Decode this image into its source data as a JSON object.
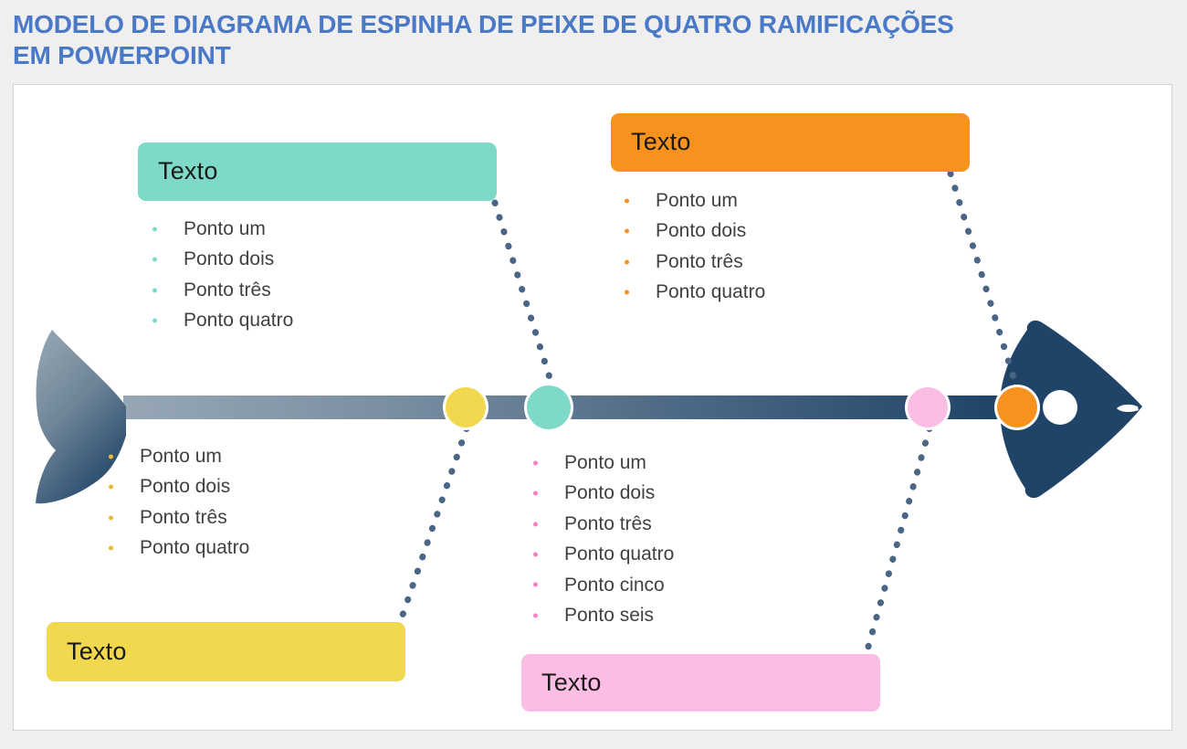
{
  "title": "MODELO DE DIAGRAMA DE ESPINHA DE PEIXE DE QUATRO RAMIFICAÇÕES EM POWERPOINT",
  "colors": {
    "title": "#4a7ac7",
    "page_background": "#efefef",
    "slide_background": "#ffffff",
    "slide_border": "#d4d4d4",
    "spine_light": "#8a9cab",
    "spine_dark": "#1f4468",
    "fish_head": "#1f4468",
    "connector_dot": "#4a6585",
    "bullet_text": "#414141",
    "teal": "#7fd9c8",
    "orange": "#f7921e",
    "yellow": "#f2d84e",
    "pink": "#fcbde4"
  },
  "diagram": {
    "type": "fishbone",
    "branches": [
      {
        "id": "teal",
        "position": "top",
        "color": "#7fd9c8",
        "header": "Texto",
        "bullets": [
          "Ponto um",
          "Ponto dois",
          "Ponto três",
          "Ponto quatro"
        ]
      },
      {
        "id": "orange",
        "position": "top",
        "color": "#f7921e",
        "header": "Texto",
        "bullets": [
          "Ponto um",
          "Ponto dois",
          "Ponto três",
          "Ponto quatro"
        ]
      },
      {
        "id": "yellow",
        "position": "bottom",
        "color": "#f2d84e",
        "header": "Texto",
        "bullets": [
          "Ponto um",
          "Ponto dois",
          "Ponto três",
          "Ponto quatro"
        ]
      },
      {
        "id": "pink",
        "position": "bottom",
        "color": "#fcbde4",
        "header": "Texto",
        "bullets": [
          "Ponto um",
          "Ponto dois",
          "Ponto três",
          "Ponto quatro",
          "Ponto cinco",
          "Ponto seis"
        ]
      }
    ],
    "nodes": [
      {
        "id": "node-yellow",
        "color": "#f2d84e"
      },
      {
        "id": "node-teal",
        "color": "#7fd9c8"
      },
      {
        "id": "node-pink",
        "color": "#fcbde4"
      },
      {
        "id": "node-orange",
        "color": "#f7921e"
      }
    ]
  }
}
